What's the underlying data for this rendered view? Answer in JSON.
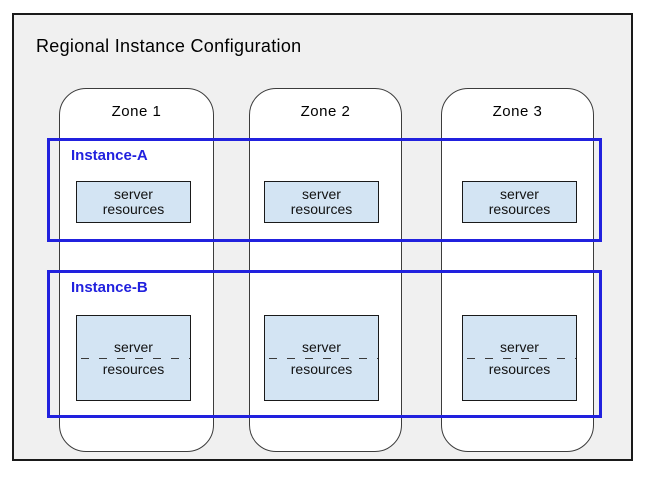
{
  "title": "Regional Instance Configuration",
  "zones": [
    {
      "label": "Zone 1"
    },
    {
      "label": "Zone 2"
    },
    {
      "label": "Zone 3"
    }
  ],
  "instances": [
    {
      "label": "Instance-A",
      "boxes": [
        {
          "line1": "server",
          "line2": "resources"
        },
        {
          "line1": "server",
          "line2": "resources"
        },
        {
          "line1": "server",
          "line2": "resources"
        }
      ]
    },
    {
      "label": "Instance-B",
      "boxes": [
        {
          "line1": "server",
          "line2": "resources"
        },
        {
          "line1": "server",
          "line2": "resources"
        },
        {
          "line1": "server",
          "line2": "resources"
        }
      ]
    }
  ],
  "colors": {
    "instance_border_blue": "#2121de",
    "server_box_fill": "#d3e4f3",
    "region_background": "#f0f0f0"
  }
}
